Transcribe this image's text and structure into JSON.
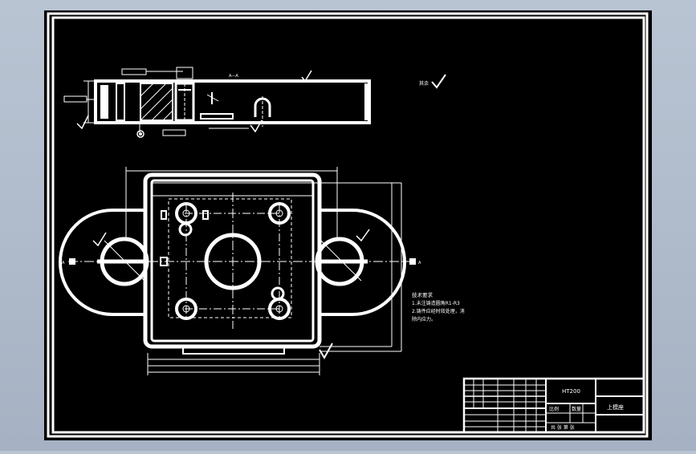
{
  "drawing": {
    "material": "HT200",
    "part_name": "上模座",
    "roughness_rest_label": "其余",
    "tech_req_title": "技术要求",
    "tech_req_1": "1.未注铸造圆角R1-R3",
    "tech_req_2": "2.铸件应经时效处理，消",
    "tech_req_3": "除内应力。",
    "section_label_a": "A",
    "section_title": "A—A"
  },
  "title_block": {
    "scale_label": "比例",
    "qty_label": "数量",
    "sheet_label": "共 张 第 张"
  },
  "colors": {
    "background": "#b9c4d3",
    "sheet": "#000000",
    "line": "#ffffff"
  }
}
